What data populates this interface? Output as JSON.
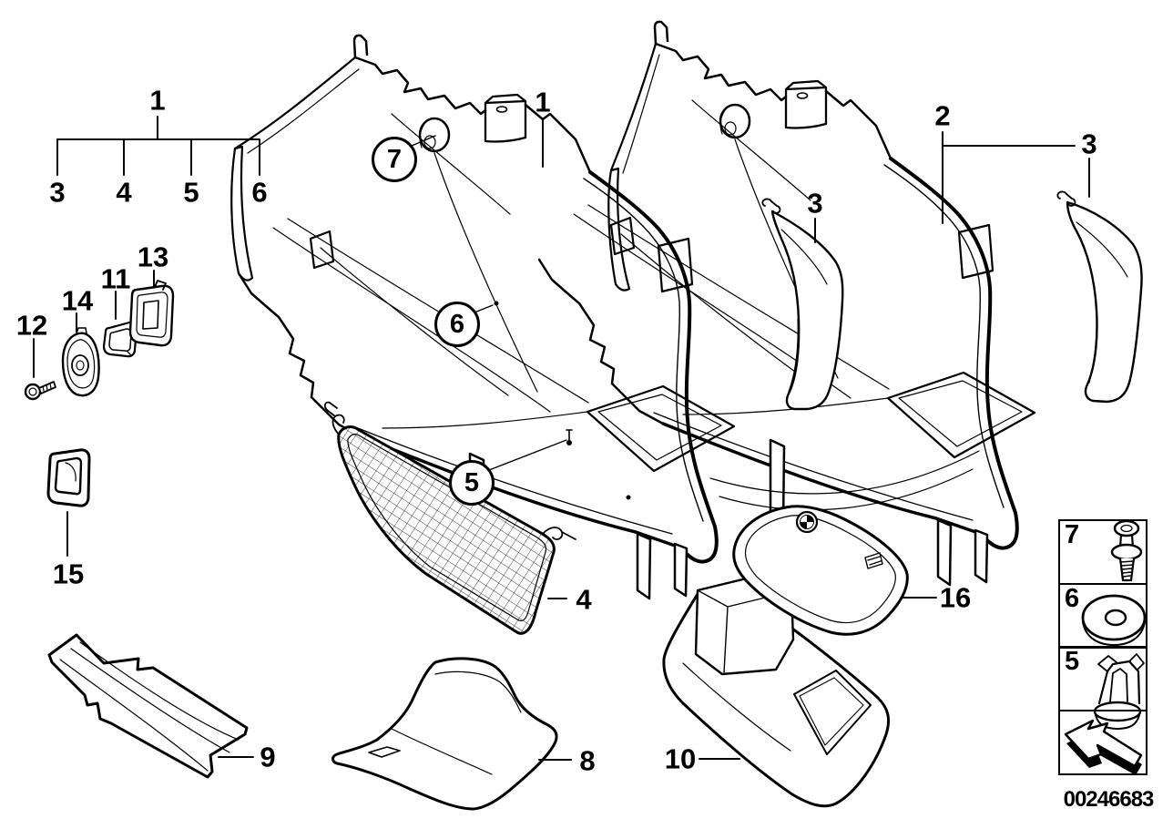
{
  "colors": {
    "ink": "#000000",
    "paper": "#ffffff"
  },
  "callouts": {
    "group1": {
      "parent": "1",
      "child_a": "3",
      "child_b": "4",
      "child_c": "5",
      "child_d": "6"
    },
    "panel_a": "1",
    "panel_b": "2",
    "pillar_mid": "3",
    "pillar_right": "3",
    "net": "4",
    "clip_circle": "5",
    "washer_circle": "6",
    "rivet_circle": "7",
    "trim_8": "8",
    "trim_9": "9",
    "tray_10": "10",
    "gasket_11": "11",
    "screw_12": "12",
    "handle_13": "13",
    "cover_14": "14",
    "grommet_15": "15",
    "lid_16": "16"
  },
  "legend": {
    "rivet_row": "7",
    "washer_row": "6",
    "clip_row": "5"
  },
  "part_number": "00246683",
  "icons": [
    "expansion-rivet-icon",
    "washer-icon",
    "net-clip-icon",
    "direction-of-travel-arrow-icon",
    "bmw-roundel-icon"
  ]
}
